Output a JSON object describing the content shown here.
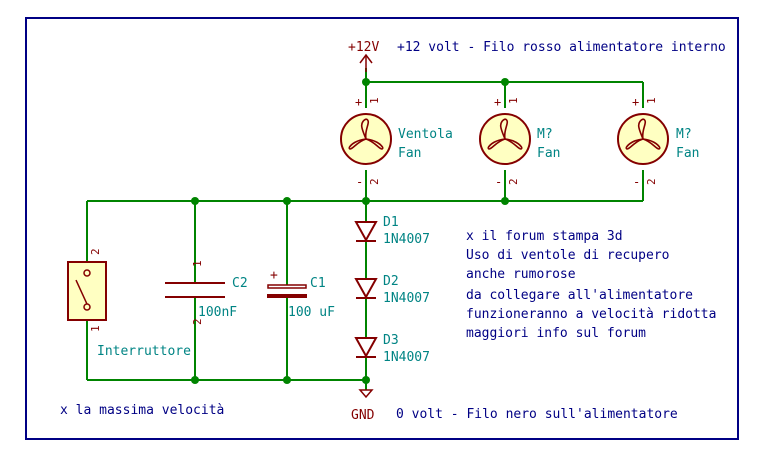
{
  "power": {
    "vcc_label": "+12V",
    "vcc_note": "+12 volt - Filo rosso alimentatore interno",
    "gnd_label": "GND",
    "gnd_note": "0 volt - Filo nero sull'alimentatore"
  },
  "fans": [
    {
      "ref": "Ventola",
      "value": "Fan",
      "pin_top_sign": "+",
      "pin_top": "1",
      "pin_bot_sign": "-",
      "pin_bot": "2"
    },
    {
      "ref": "M?",
      "value": "Fan",
      "pin_top_sign": "+",
      "pin_top": "1",
      "pin_bot_sign": "-",
      "pin_bot": "2"
    },
    {
      "ref": "M?",
      "value": "Fan",
      "pin_top_sign": "+",
      "pin_top": "1",
      "pin_bot_sign": "-",
      "pin_bot": "2"
    }
  ],
  "diodes": [
    {
      "ref": "D1",
      "value": "1N4007"
    },
    {
      "ref": "D2",
      "value": "1N4007"
    },
    {
      "ref": "D3",
      "value": "1N4007"
    }
  ],
  "c1": {
    "ref": "C1",
    "value": "100 uF",
    "polarity": "+"
  },
  "c2": {
    "ref": "C2",
    "value": "100nF",
    "pin_top": "1",
    "pin_bot": "2"
  },
  "switch": {
    "label": "Interruttore",
    "pin_top": "2",
    "pin_bot": "1"
  },
  "notes": {
    "speed": "x la massima velocità",
    "lines": [
      "x il forum stampa 3d",
      "Uso di ventole di recupero",
      "anche rumorose",
      "da collegare all'alimentatore",
      "funzioneranno a velocità ridotta",
      "maggiori info sul forum"
    ]
  },
  "colors": {
    "wire": "#008400",
    "component": "#840000",
    "text": "#000084",
    "fill": "#ffffc2",
    "border": "#000084"
  }
}
